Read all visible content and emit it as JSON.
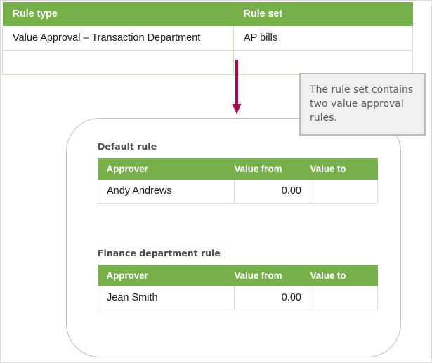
{
  "top_table": {
    "columns": [
      "Rule type",
      "Rule set"
    ],
    "rows": [
      {
        "rule_type": "Value Approval – Transaction Department",
        "rule_set": "AP bills"
      },
      {
        "rule_type": "",
        "rule_set": ""
      }
    ]
  },
  "callout": {
    "text": "The rule set contains two value approval rules."
  },
  "rule_blocks": [
    {
      "title": "Default rule",
      "columns": [
        "Approver",
        "Value from",
        "Value to"
      ],
      "rows": [
        {
          "approver": "Andy Andrews",
          "value_from": "0.00",
          "value_to": ""
        }
      ]
    },
    {
      "title": "Finance department rule",
      "columns": [
        "Approver",
        "Value from",
        "Value to"
      ],
      "rows": [
        {
          "approver": "Jean Smith",
          "value_from": "0.00",
          "value_to": ""
        }
      ]
    }
  ],
  "colors": {
    "header_green": "#77b04a",
    "table_border_green": "#cfe4bb",
    "arrow_magenta": "#9e1050",
    "callout_fill": "#f0f0f0",
    "callout_border": "#bdbdbd",
    "container_border": "#bfbfbf"
  },
  "icons": {
    "arrow": "down-arrow-icon"
  }
}
